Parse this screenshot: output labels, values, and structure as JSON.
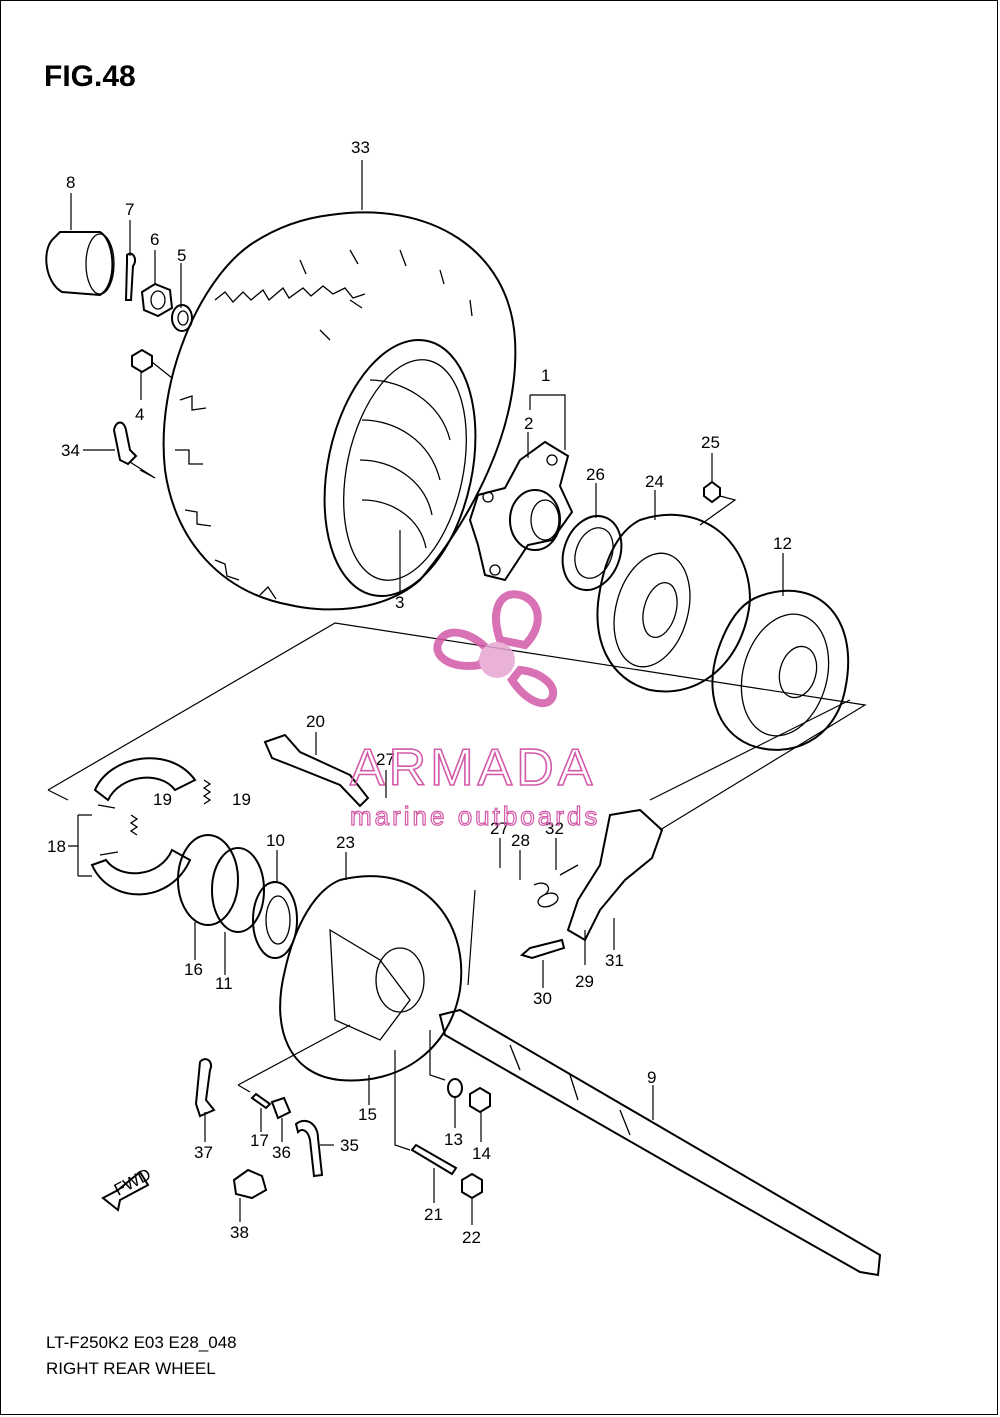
{
  "figure": {
    "title": "FIG.48",
    "model_code": "LT-F250K2 E03 E28_048",
    "section_name": "RIGHT REAR WHEEL",
    "fwd_label": "FWD"
  },
  "watermark": {
    "brand": "ARMADA",
    "tagline": "marine outboards",
    "color": "#d35aa8"
  },
  "callouts": [
    "33",
    "8",
    "7",
    "6",
    "5",
    "4",
    "34",
    "1",
    "2",
    "3",
    "26",
    "24",
    "25",
    "12",
    "20",
    "27",
    "19",
    "19",
    "18",
    "10",
    "23",
    "27",
    "28",
    "32",
    "16",
    "11",
    "29",
    "31",
    "30",
    "9",
    "37",
    "17",
    "36",
    "35",
    "15",
    "13",
    "14",
    "21",
    "22",
    "38"
  ]
}
